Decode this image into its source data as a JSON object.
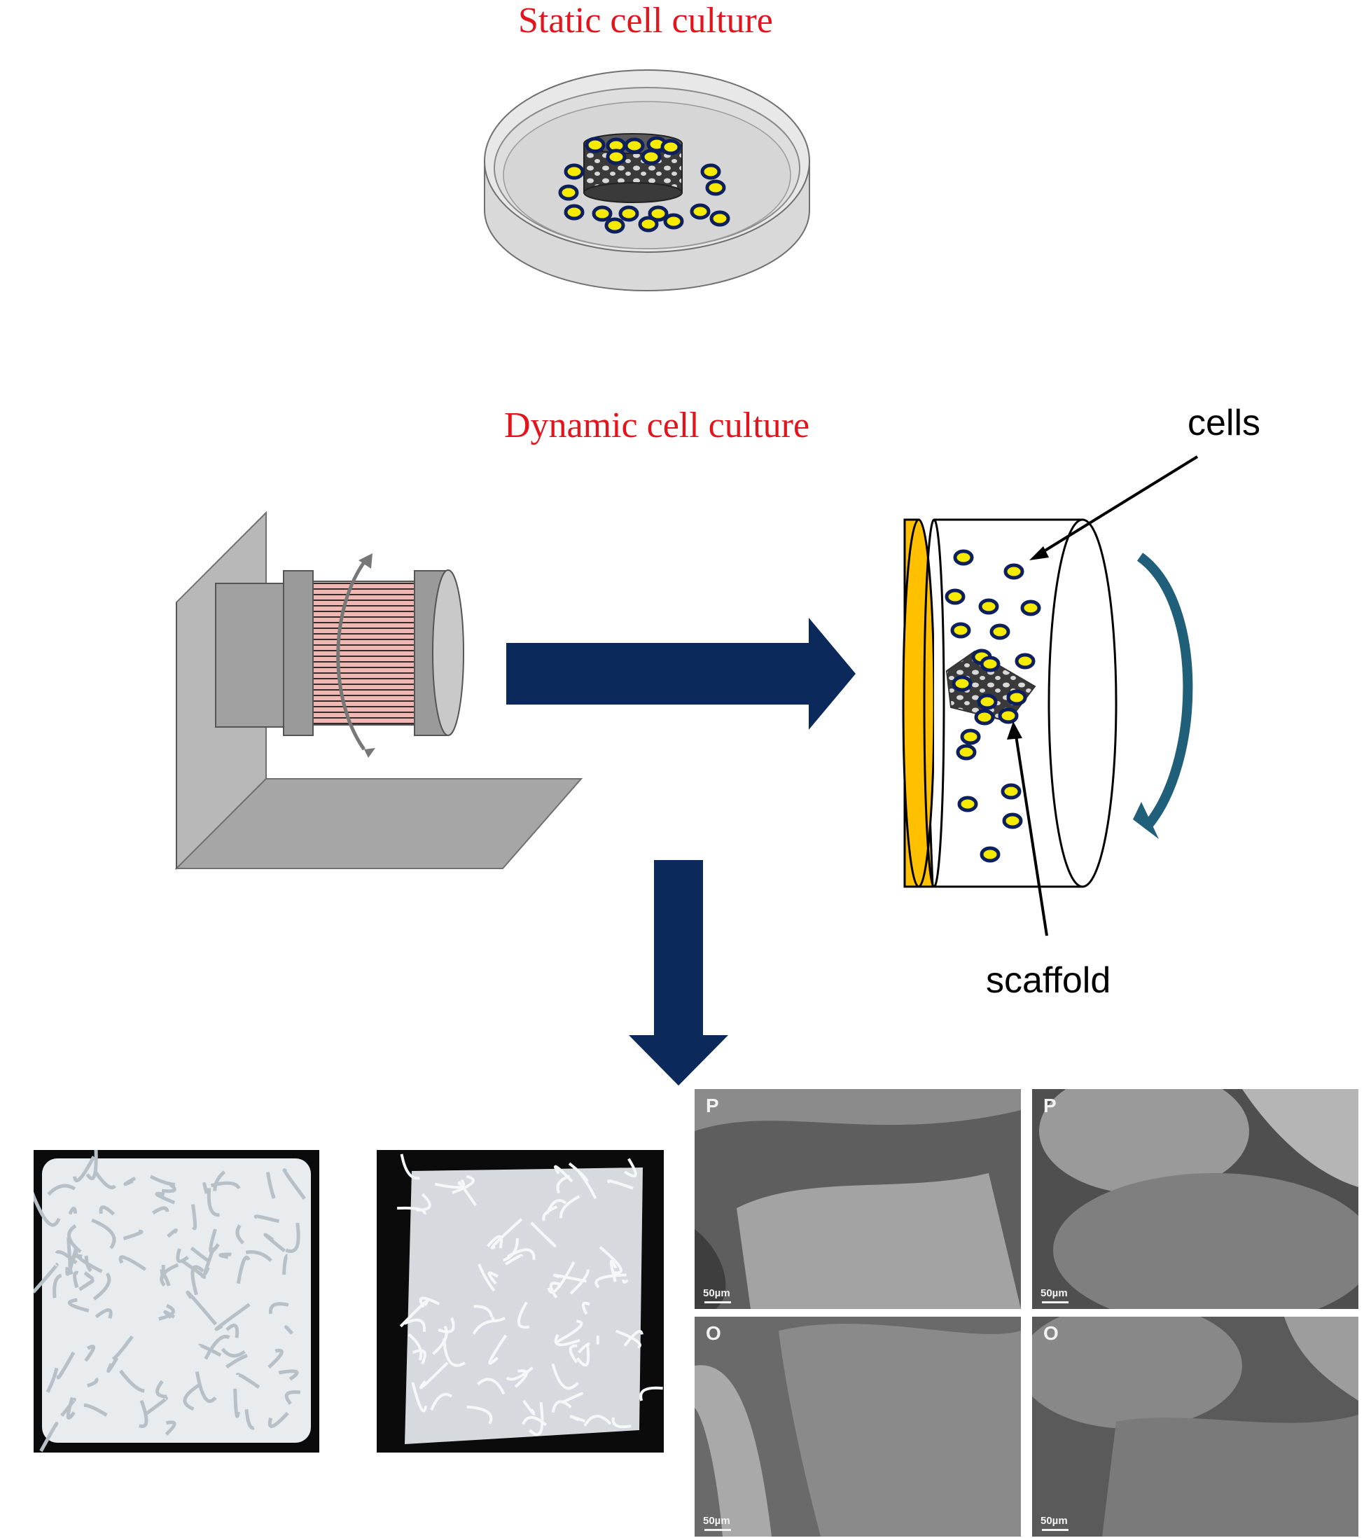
{
  "static_title": "Static cell culture",
  "dynamic_title": "Dynamic cell culture",
  "labels": {
    "cells": "cells",
    "scaffold": "scaffold"
  },
  "sem_panels": [
    {
      "letter": "P",
      "scale": "50µm"
    },
    {
      "letter": "P",
      "scale": "50µm"
    },
    {
      "letter": "O",
      "scale": "50µm"
    },
    {
      "letter": "O",
      "scale": "50µm"
    }
  ],
  "colors": {
    "title_red": "#e3141c",
    "arrow_navy": "#0b2a5b",
    "cell_yellow": "#f5ea00",
    "cell_outline": "#0d1f5c",
    "cap_orange": "#ffc000",
    "rotation_arrow": "#1f5f7a"
  }
}
